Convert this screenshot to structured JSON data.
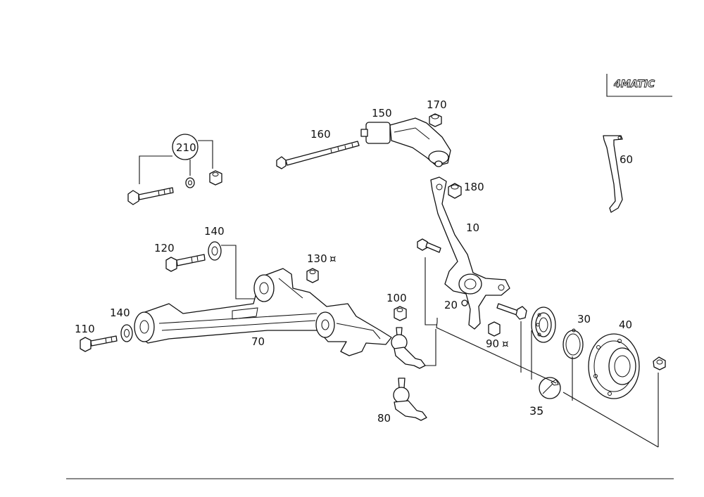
{
  "badge": {
    "text": "4MATIC"
  },
  "labels": {
    "p10": "10",
    "p20": "20",
    "p30": "30",
    "p35": "35",
    "p40": "40",
    "p60": "60",
    "p70": "70",
    "p80": "80",
    "p90": "90",
    "p100": "100",
    "p110": "110",
    "p120": "120",
    "p130": "130",
    "p140a": "140",
    "p140b": "140",
    "p150": "150",
    "p160": "160",
    "p170": "170",
    "p180": "180",
    "p210": "210"
  },
  "symbols": {
    "star_90": "¤",
    "star_130": "¤"
  }
}
